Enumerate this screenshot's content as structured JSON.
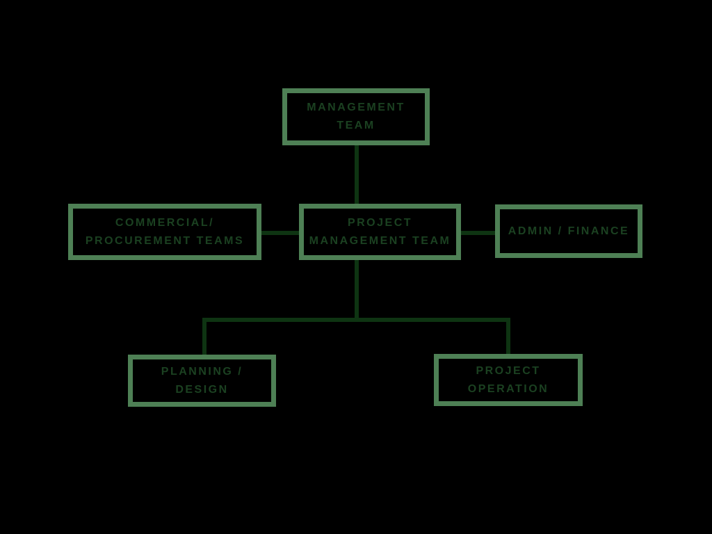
{
  "diagram": {
    "type": "org-chart",
    "nodes": {
      "management_team": {
        "label": "MANAGEMENT\nTEAM"
      },
      "commercial_procurement_teams": {
        "label": "COMMERCIAL/\nPROCUREMENT TEAMS"
      },
      "project_management_team": {
        "label": "PROJECT\nMANAGEMENT TEAM"
      },
      "admin_finance": {
        "label": "ADMIN / FINANCE"
      },
      "planning_design": {
        "label": "PLANNING /\nDESIGN"
      },
      "project_operation": {
        "label": "PROJECT\nOPERATION"
      }
    },
    "edges": [
      {
        "from": "management_team",
        "to": "project_management_team"
      },
      {
        "from": "commercial_procurement_teams",
        "to": "project_management_team"
      },
      {
        "from": "project_management_team",
        "to": "admin_finance"
      },
      {
        "from": "project_management_team",
        "to": "planning_design"
      },
      {
        "from": "project_management_team",
        "to": "project_operation"
      }
    ],
    "colors": {
      "background": "#000000",
      "box_border": "#4e8055",
      "box_text": "#1b4121",
      "connector": "#0e3412"
    }
  }
}
